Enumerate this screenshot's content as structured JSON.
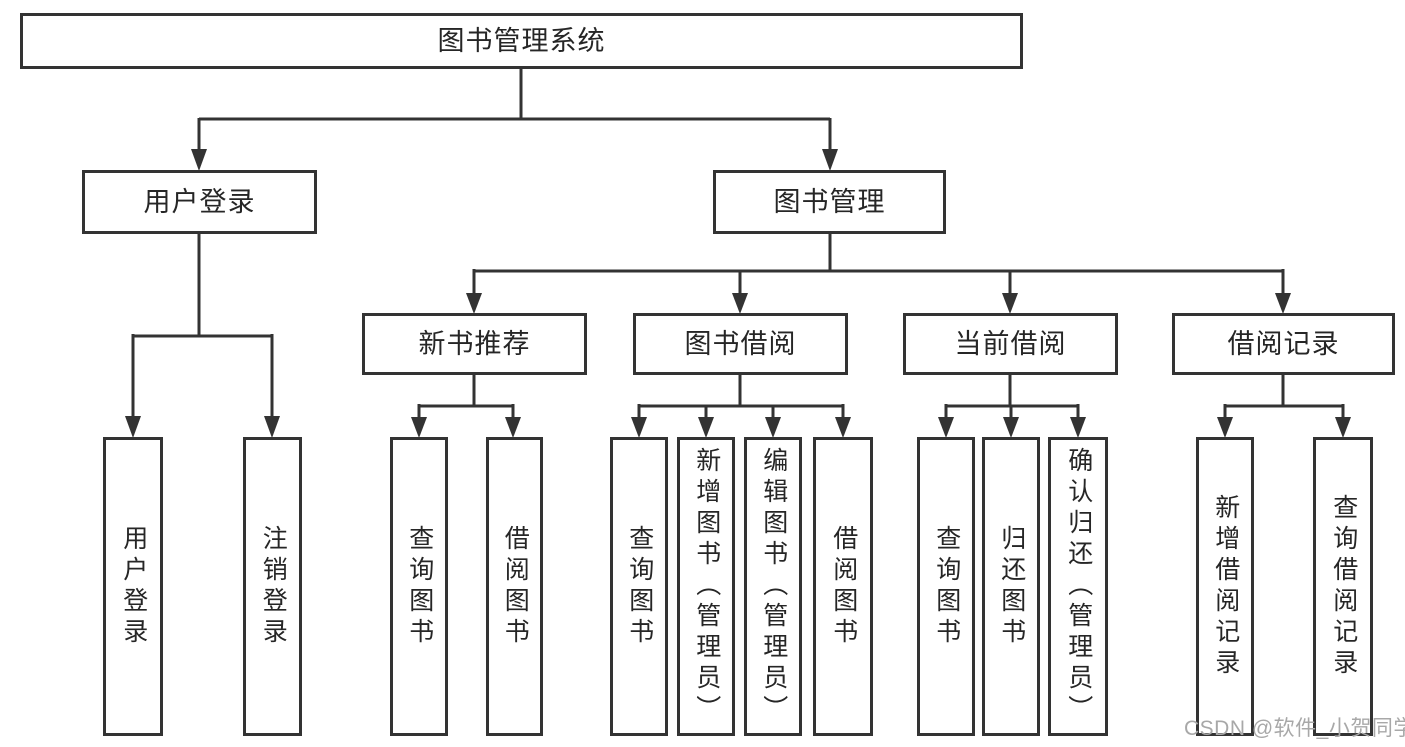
{
  "diagram": {
    "type": "functional-structure-tree",
    "colors": {
      "line": "#333333",
      "box_border": "#333333",
      "box_background": "#ffffff",
      "text": "#262626",
      "watermark_text": "#a8a8a8"
    },
    "nodes": {
      "root": {
        "label": "图书管理系统"
      },
      "user_login": {
        "label": "用户登录"
      },
      "book_management": {
        "label": "图书管理"
      },
      "leaf_user_login": {
        "label": "用户登录"
      },
      "leaf_logout": {
        "label": "注销登录"
      },
      "new_book_recommend": {
        "label": "新书推荐"
      },
      "book_borrowing": {
        "label": "图书借阅"
      },
      "current_borrowing": {
        "label": "当前借阅"
      },
      "borrowing_records": {
        "label": "借阅记录"
      },
      "nb_query_books": {
        "label": "查询图书"
      },
      "nb_borrow_books": {
        "label": "借阅图书"
      },
      "bb_query_books": {
        "label": "查询图书"
      },
      "bb_add_books_admin": {
        "label": "新增图书（管理员）"
      },
      "bb_edit_books_admin": {
        "label": "编辑图书（管理员）"
      },
      "bb_borrow_books": {
        "label": "借阅图书"
      },
      "cb_query_books": {
        "label": "查询图书"
      },
      "cb_return_books": {
        "label": "归还图书"
      },
      "cb_confirm_return_admin": {
        "label": "确认归还（管理员）"
      },
      "br_add_record": {
        "label": "新增借阅记录"
      },
      "br_query_record": {
        "label": "查询借阅记录"
      }
    },
    "watermark": "CSDN @软件_小贺同学"
  }
}
